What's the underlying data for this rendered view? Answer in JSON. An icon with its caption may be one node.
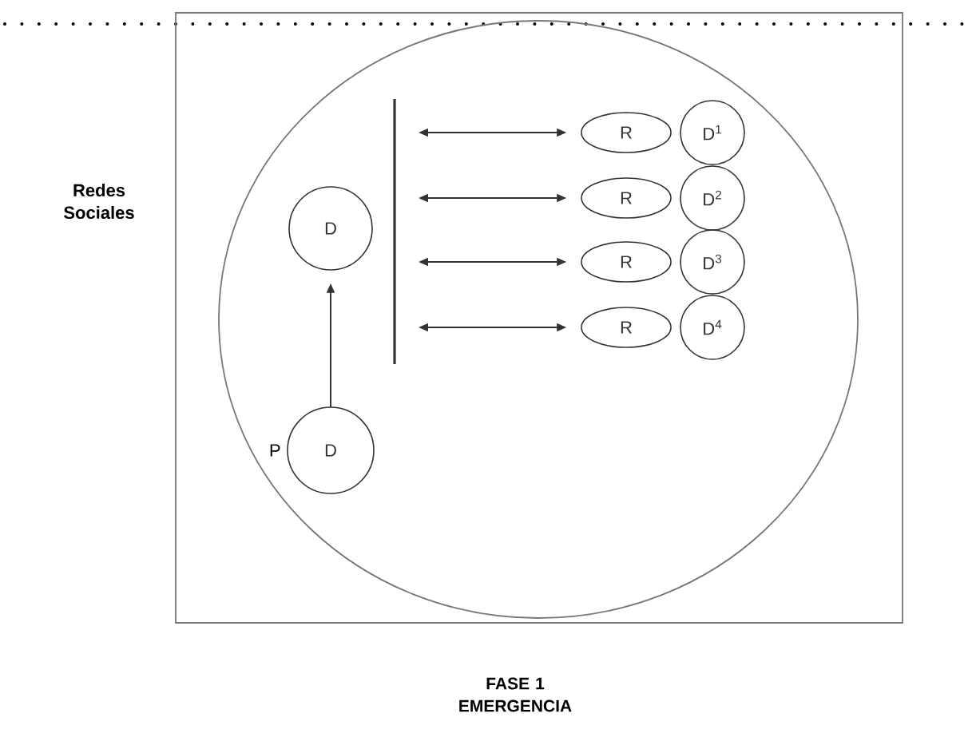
{
  "diagram": {
    "nodes": [
      {
        "text": [
          "FASE 1 EMERGENCIA"
        ]
      },
      {
        "text": [],
        "shape": "circle",
        "in": 0
      },
      {
        "text": [
          "D"
        ],
        "in": 1
      },
      {
        "text": [
          "D"
        ],
        "beside": [
          "P"
        ],
        "in": 1
      },
      {
        "text": [],
        "shape": "bar",
        "in": 1
      },
      {
        "text": [
          "R"
        ],
        "in": 1
      },
      {
        "text": [
          "R"
        ],
        "in": 1
      },
      {
        "text": [
          "R"
        ],
        "in": 1
      },
      {
        "text": [
          "R"
        ],
        "in": 1
      },
      {
        "text": [
          "D$^{1}$"
        ],
        "in": 1
      },
      {
        "text": [
          "D$^{2}$"
        ],
        "in": 1
      },
      {
        "text": [
          "D$^{3}$"
        ],
        "in": 1
      },
      {
        "text": [
          "D$^{4}$"
        ],
        "in": 1
      }
    ],
    "edges": [
      {
        "from": 3,
        "to": 2,
        "arrow": "to"
      },
      {
        "from": 4,
        "to": 5,
        "arrow": "both"
      },
      {
        "from": 4,
        "to": 6,
        "arrow": "both"
      },
      {
        "from": 4,
        "to": 7,
        "arrow": "both"
      },
      {
        "from": 4,
        "to": 8,
        "arrow": "both"
      }
    ],
    "labels": [
      "Redes Sociales"
    ]
  }
}
